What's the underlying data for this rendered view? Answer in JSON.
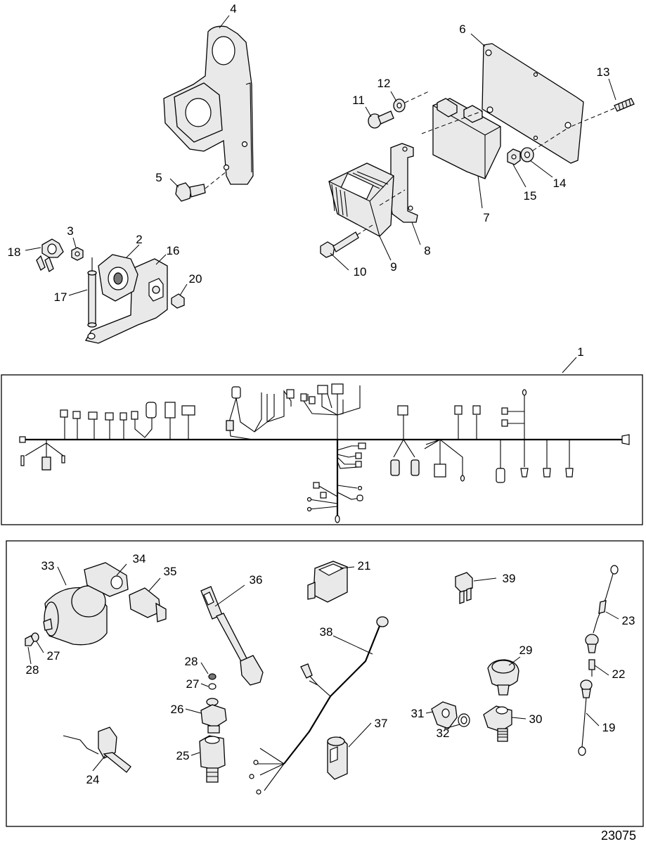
{
  "figure_number": "23075",
  "callouts": [
    {
      "id": "c1",
      "label": "1"
    },
    {
      "id": "c2",
      "label": "2"
    },
    {
      "id": "c3",
      "label": "3"
    },
    {
      "id": "c4",
      "label": "4"
    },
    {
      "id": "c5",
      "label": "5"
    },
    {
      "id": "c6",
      "label": "6"
    },
    {
      "id": "c7",
      "label": "7"
    },
    {
      "id": "c8",
      "label": "8"
    },
    {
      "id": "c9",
      "label": "9"
    },
    {
      "id": "c10",
      "label": "10"
    },
    {
      "id": "c11",
      "label": "11"
    },
    {
      "id": "c12",
      "label": "12"
    },
    {
      "id": "c13",
      "label": "13"
    },
    {
      "id": "c14",
      "label": "14"
    },
    {
      "id": "c15",
      "label": "15"
    },
    {
      "id": "c16",
      "label": "16"
    },
    {
      "id": "c17",
      "label": "17"
    },
    {
      "id": "c18",
      "label": "18"
    },
    {
      "id": "c20",
      "label": "20"
    },
    {
      "id": "c19",
      "label": "19"
    },
    {
      "id": "c21",
      "label": "21"
    },
    {
      "id": "c22",
      "label": "22"
    },
    {
      "id": "c23",
      "label": "23"
    },
    {
      "id": "c24",
      "label": "24"
    },
    {
      "id": "c25",
      "label": "25"
    },
    {
      "id": "c26",
      "label": "26"
    },
    {
      "id": "c27a",
      "label": "27"
    },
    {
      "id": "c27b",
      "label": "27"
    },
    {
      "id": "c28a",
      "label": "28"
    },
    {
      "id": "c28b",
      "label": "28"
    },
    {
      "id": "c29",
      "label": "29"
    },
    {
      "id": "c30",
      "label": "30"
    },
    {
      "id": "c31",
      "label": "31"
    },
    {
      "id": "c32",
      "label": "32"
    },
    {
      "id": "c33",
      "label": "33"
    },
    {
      "id": "c34",
      "label": "34"
    },
    {
      "id": "c35",
      "label": "35"
    },
    {
      "id": "c36",
      "label": "36"
    },
    {
      "id": "c37",
      "label": "37"
    },
    {
      "id": "c38",
      "label": "38"
    },
    {
      "id": "c39",
      "label": "39"
    }
  ]
}
